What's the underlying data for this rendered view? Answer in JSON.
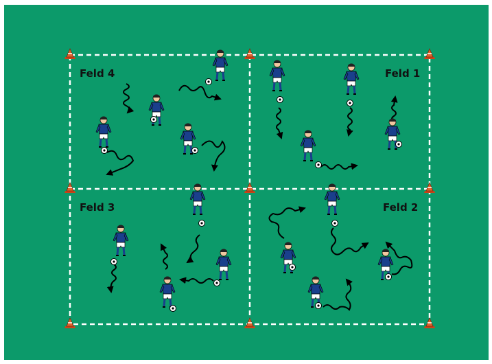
{
  "colors": {
    "pitch": "#0c9a6a",
    "line": "#ffffff",
    "cone": "#e2622a",
    "jersey": "#1a3f8c",
    "shorts": "#ffffff",
    "skin": "#f2c8a0",
    "arrow": "#000000"
  },
  "fields": [
    {
      "label": "Feld 1"
    },
    {
      "label": "Feld 2"
    },
    {
      "label": "Feld 3"
    },
    {
      "label": "Feld 4"
    }
  ],
  "players_per_field": [
    4,
    4,
    4,
    4
  ],
  "icons": [
    "cone-icon",
    "player-icon",
    "ball-icon",
    "dribble-arrow-icon"
  ]
}
